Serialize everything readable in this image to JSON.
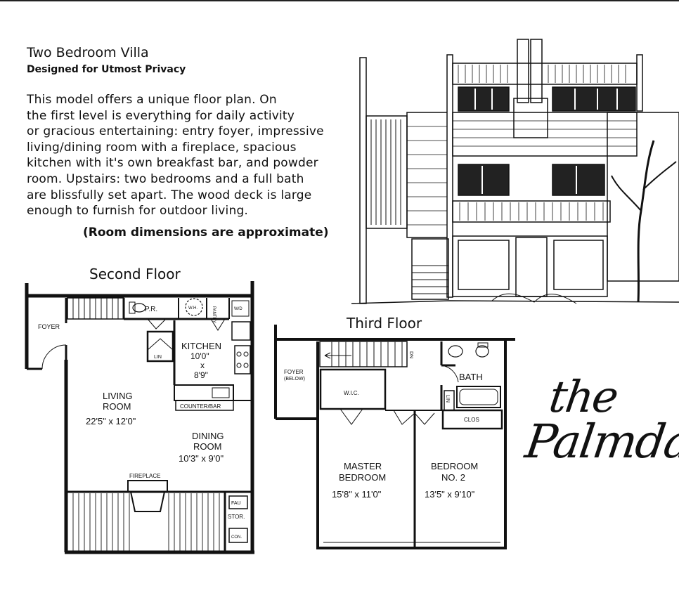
{
  "header": {
    "title": "Two Bedroom Villa",
    "subtitle": "Designed for Utmost Privacy"
  },
  "description": "This model offers a unique floor plan.  On\nthe first level is everything for daily activity\nor gracious entertaining: entry foyer, impressive\nliving/dining room with a fireplace, spacious\nkitchen with it's own breakfast bar, and powder\nroom.  Upstairs: two bedrooms and a full bath\nare blissfully set apart.  The wood deck is large\nenough to furnish for outdoor living.",
  "note": "(Room dimensions are approximate)",
  "second_floor": {
    "label": "Second Floor",
    "foyer": "FOYER",
    "pr": "P.R.",
    "wh": "W.H.",
    "pantry": "PANTRY",
    "wd": "W/D",
    "lin": "LIN",
    "kitchen": "KITCHEN",
    "kitchen_dim1": "10'0\"",
    "kitchen_x": "x",
    "kitchen_dim2": "8'9\"",
    "counter": "COUNTER/BAR",
    "living1": "LIVING",
    "living2": "ROOM",
    "living_dim": "22'5\" x 12'0\"",
    "dining1": "DINING",
    "dining2": "ROOM",
    "dining_dim": "10'3\" x 9'0\"",
    "fireplace": "FIREPLACE",
    "fau": "FAU",
    "stor": "STOR.",
    "con": "CON."
  },
  "third_floor": {
    "label": "Third Floor",
    "foyer1": "FOYER",
    "foyer2": "(BELOW)",
    "wic": "W.I.C.",
    "dn": "DN",
    "bath": "BATH",
    "lin": "LIN",
    "clos": "CLOS",
    "master1": "MASTER",
    "master2": "BEDROOM",
    "master_dim": "15'8\" x 11'0\"",
    "bed1": "BEDROOM",
    "bed2": "NO. 2",
    "bed_dim": "13'5\" x 9'10\""
  },
  "brand": {
    "line1": "the",
    "line2": "Palmdale"
  }
}
